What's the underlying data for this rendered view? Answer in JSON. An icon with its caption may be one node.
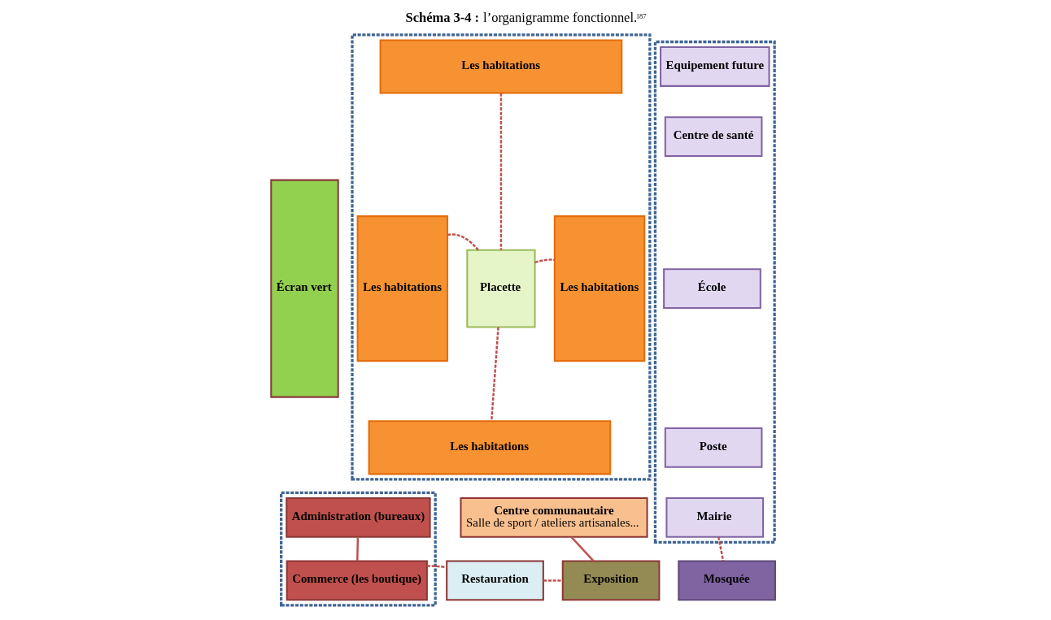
{
  "diagram": {
    "title": "**Schéma 3-4 :** l’organigramme fonctionnel.$^{187}$",
    "nodes": [
      {
        "text": [
          "Écran vert"
        ]
      },
      {
        "text": [],
        "shape": "box"
      },
      {
        "text": [
          "Les habitations"
        ],
        "in": 1
      },
      {
        "text": [
          "Les habitations"
        ],
        "in": 1
      },
      {
        "text": [
          "Placette"
        ],
        "in": 1
      },
      {
        "text": [
          "Les habitations"
        ],
        "in": 1
      },
      {
        "text": [
          "Les habitations"
        ],
        "in": 1
      },
      {
        "text": [],
        "shape": "box"
      },
      {
        "text": [
          "Equipement future"
        ],
        "in": 7
      },
      {
        "text": [
          "Centre de santé"
        ],
        "in": 7
      },
      {
        "text": [
          "École"
        ],
        "in": 7
      },
      {
        "text": [
          "Poste"
        ],
        "in": 7
      },
      {
        "text": [
          "Mairie"
        ],
        "in": 7
      },
      {
        "text": [],
        "shape": "box"
      },
      {
        "text": [
          "Administration (bureaux)"
        ],
        "in": 13
      },
      {
        "text": [
          "Commerce (les boutique)"
        ],
        "in": 13
      },
      {
        "text": [
          "Centre communautaire",
          "Salle de sport / ateliers artisanales..."
        ]
      },
      {
        "text": [
          "Restauration"
        ]
      },
      {
        "text": [
          "Exposition"
        ]
      },
      {
        "text": [
          "Mosquée"
        ]
      }
    ],
    "edges": [
      {
        "from": 2,
        "to": 4,
        "arrow": "none",
        "style": "dashed"
      },
      {
        "from": 3,
        "to": 4,
        "arrow": "none",
        "style": "dashed"
      },
      {
        "from": 4,
        "to": 5,
        "arrow": "none",
        "style": "dashed"
      },
      {
        "from": 4,
        "to": 6,
        "arrow": "none",
        "style": "dashed"
      },
      {
        "from": 14,
        "to": 15,
        "arrow": "none"
      },
      {
        "from": 15,
        "to": 17,
        "arrow": "none",
        "style": "dashed"
      },
      {
        "from": 17,
        "to": 18,
        "arrow": "none",
        "style": "dashed"
      },
      {
        "from": 16,
        "to": 18,
        "arrow": "none"
      },
      {
        "from": 12,
        "to": 19,
        "arrow": "none",
        "style": "dashed"
      }
    ]
  }
}
